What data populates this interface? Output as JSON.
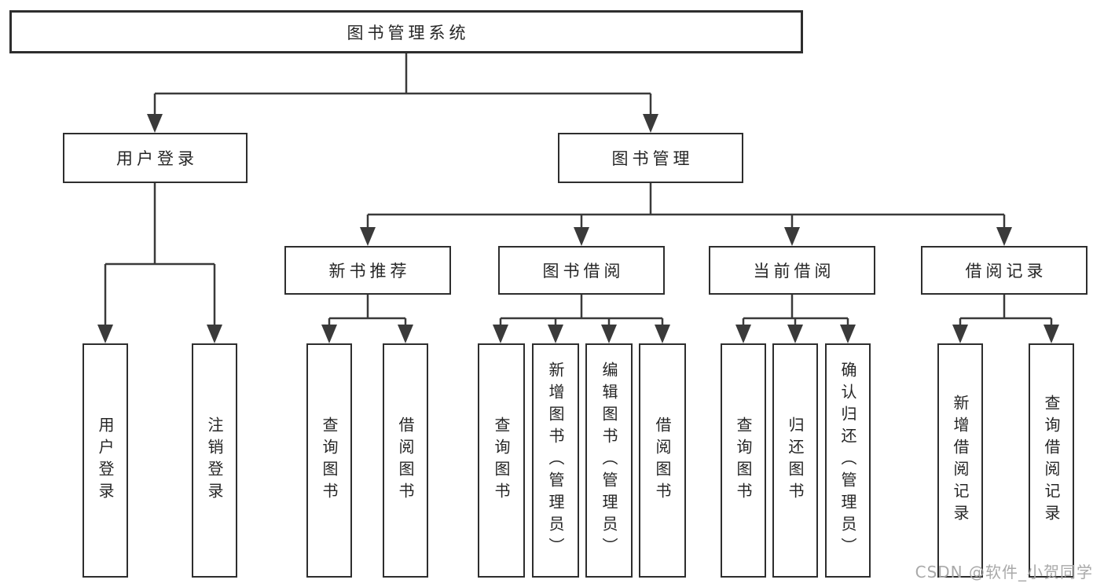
{
  "diagram": {
    "tree": {
      "root": {
        "label": "图书管理系统",
        "children": [
          {
            "label": "用户登录",
            "children": [
              {
                "label": "用户登录"
              },
              {
                "label": "注销登录"
              }
            ]
          },
          {
            "label": "图书管理",
            "children": [
              {
                "label": "新书推荐",
                "children": [
                  {
                    "label": "查询图书"
                  },
                  {
                    "label": "借阅图书"
                  }
                ]
              },
              {
                "label": "图书借阅",
                "children": [
                  {
                    "label": "查询图书"
                  },
                  {
                    "label": "新增图书（管理员）"
                  },
                  {
                    "label": "编辑图书（管理员）"
                  },
                  {
                    "label": "借阅图书"
                  }
                ]
              },
              {
                "label": "当前借阅",
                "children": [
                  {
                    "label": "查询图书"
                  },
                  {
                    "label": "归还图书"
                  },
                  {
                    "label": "确认归还（管理员）"
                  }
                ]
              },
              {
                "label": "借阅记录",
                "children": [
                  {
                    "label": "新增借阅记录"
                  },
                  {
                    "label": "查询借阅记录"
                  }
                ]
              }
            ]
          }
        ]
      }
    },
    "watermark": "CSDN @软件_小贺同学",
    "colors": {
      "line": "#3a3a3a",
      "border": "#2e2e2e",
      "text": "#262626",
      "watermark": "#a9a9a9",
      "background": "#ffffff"
    }
  }
}
